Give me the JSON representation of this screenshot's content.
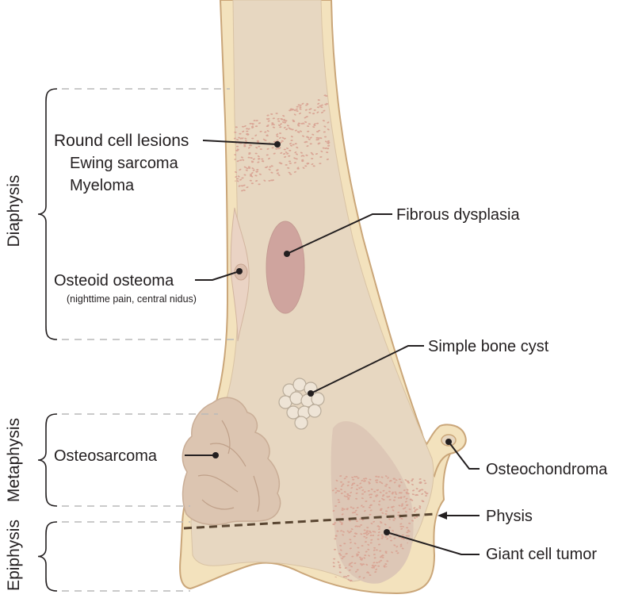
{
  "colors": {
    "cortex": "#f3e2bd",
    "cortex_outline": "#caa679",
    "medulla": "#e7d7c1",
    "lesion_pink": "#cfa49e",
    "stipple": "#d9a595",
    "osteosarcoma": "#dcc5b1",
    "leader": "#231f20"
  },
  "regions": {
    "diaphysis": "Diaphysis",
    "metaphysis": "Metaphysis",
    "epiphysis": "Epiphysis"
  },
  "labels": {
    "round_cell": "Round cell lesions",
    "ewing": "Ewing sarcoma",
    "myeloma": "Myeloma",
    "osteoid_osteoma": "Osteoid osteoma",
    "osteoid_note": "(nighttime pain, central nidus)",
    "fibrous_dysplasia": "Fibrous dysplasia",
    "simple_bone_cyst": "Simple bone cyst",
    "osteosarcoma": "Osteosarcoma",
    "osteochondroma": "Osteochondroma",
    "physis": "Physis",
    "giant_cell_tumor": "Giant cell tumor"
  }
}
